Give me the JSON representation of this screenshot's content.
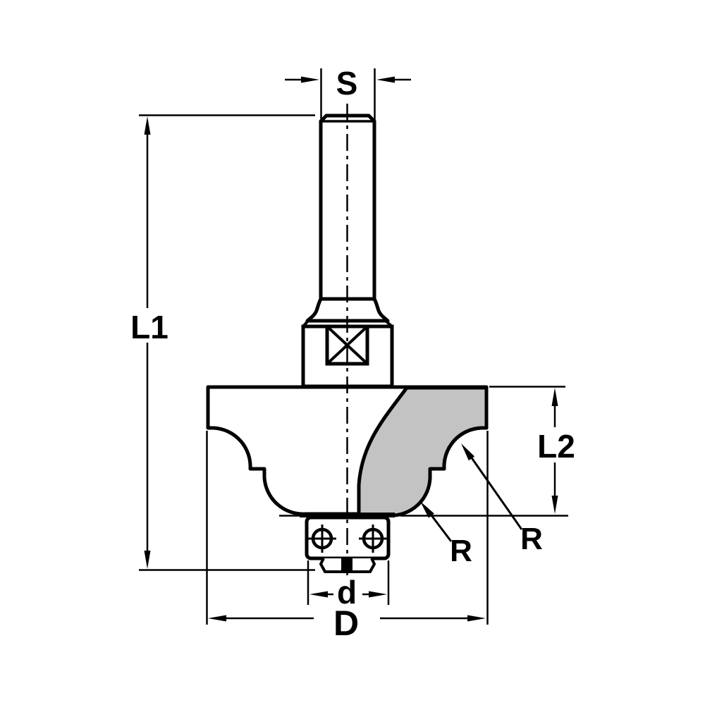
{
  "diagram": {
    "type": "technical-line-drawing",
    "subject": "ogee-edge-router-bit-with-bearing-side-view",
    "labels": {
      "shank_diameter": "S",
      "overall_length": "L1",
      "cutting_edge_length": "L2",
      "profile_radius_lower": "R",
      "profile_radius_upper": "R",
      "bearing_diameter": "d",
      "cutting_diameter": "D"
    },
    "colors": {
      "line": "#000000",
      "background": "#ffffff",
      "carbide_fill": "#c3c3c3"
    }
  }
}
